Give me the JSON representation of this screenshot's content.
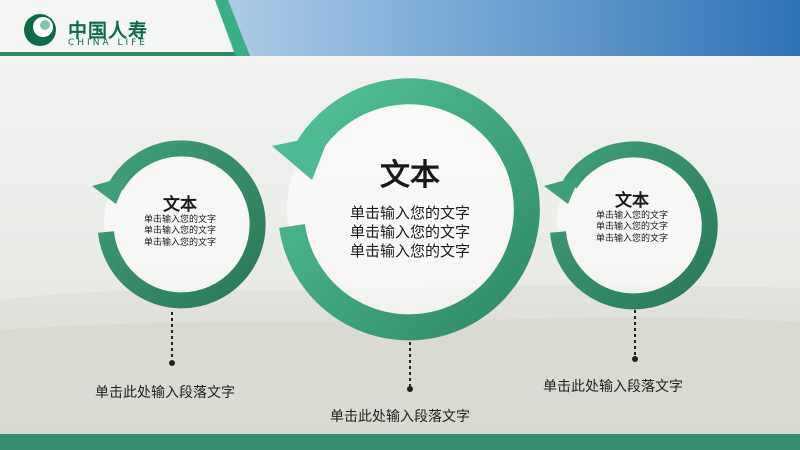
{
  "brand": {
    "name_cn": "中国人寿",
    "name_en": "CHINA LIFE",
    "accent_color": "#0f6b45",
    "ring_color": "#3aaf87",
    "ring_dark_color": "#2f8a64"
  },
  "circles": [
    {
      "title": "文本",
      "lines": [
        "单击输入您的文字",
        "单击输入您的文字",
        "单击输入您的文字"
      ],
      "caption": "单击此处输入段落文字"
    },
    {
      "title": "文本",
      "lines": [
        "单击输入您的文字",
        "单击输入您的文字",
        "单击输入您的文字"
      ],
      "caption": "单击此处输入段落文字"
    },
    {
      "title": "文本",
      "lines": [
        "单击输入您的文字",
        "单击输入您的文字",
        "单击输入您的文字"
      ],
      "caption": "单击此处输入段落文字"
    }
  ]
}
